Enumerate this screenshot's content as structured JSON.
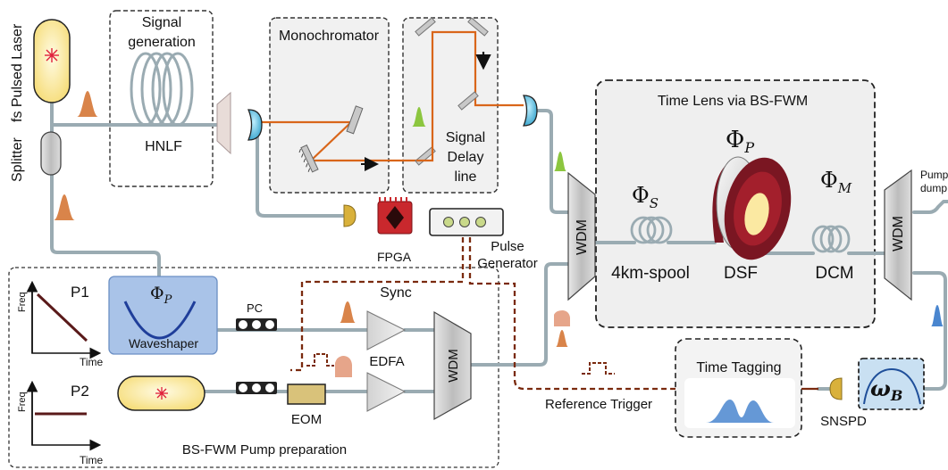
{
  "labels": {
    "laser": "fs Pulsed Laser",
    "splitter": "Splitter",
    "signal_generation": [
      "Signal",
      "generation"
    ],
    "hnlf": "HNLF",
    "monochromator": "Monochromator",
    "signal_delay": [
      "Signal",
      "Delay",
      "line"
    ],
    "fpga": "FPGA",
    "pulse_generator": [
      "Pulse",
      "Generator"
    ],
    "sync": "Sync",
    "time_lens_title": "Time Lens via BS-FWM",
    "wdm": "WDM",
    "phi": "Φ",
    "phi_s_sub": "S",
    "phi_p_sub": "P",
    "phi_m_sub": "M",
    "spool": "4km-spool",
    "dsf": "DSF",
    "dcm": "DCM",
    "pump_dump": [
      "Pump",
      "dump"
    ],
    "p1": "P1",
    "p2": "P2",
    "freq": "Freq",
    "time": "Time",
    "waveshaper": "Waveshaper",
    "pc": "PC",
    "edfa": "EDFA",
    "eom": "EOM",
    "pump_prep": "BS-FWM Pump preparation",
    "reference_trigger": "Reference Trigger",
    "time_tagging": "Time Tagging",
    "snspd": "SNSPD",
    "omega": "ω",
    "omega_sub": "B"
  },
  "colors": {
    "fiber": "#9aabb2",
    "beam": "#d9661a",
    "sync_line": "#7a2a0e",
    "laser_fill": "#fbeaa0",
    "laser_star": "#e0203a",
    "pulse_orange": "#d9844a",
    "pulse_green": "#8cc63f",
    "pulse_blue": "#4a86cf",
    "waveshaper_fill": "#a9c3e8",
    "dsf_dark": "#7a1622",
    "dsf_light": "#fbe9a2",
    "fpga_red": "#c9282d",
    "gold": "#d9b13b",
    "eom_fill": "#d9c27a",
    "omega_fill": "#c9e0f2"
  }
}
